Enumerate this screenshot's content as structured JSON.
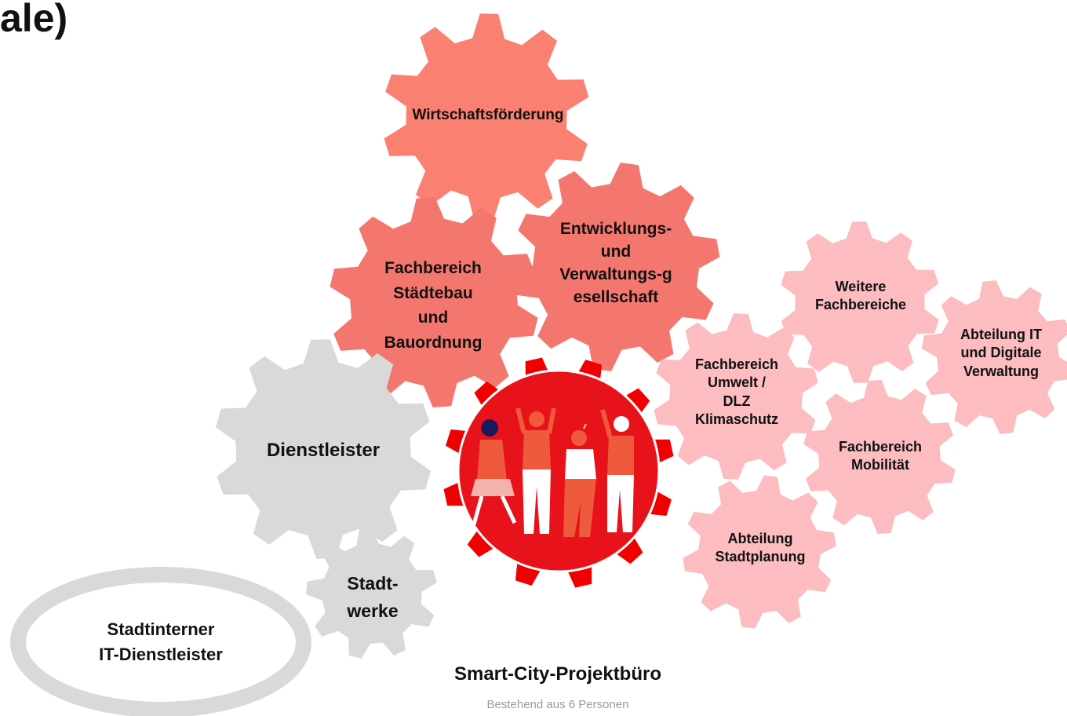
{
  "title_fragment": "ale)",
  "colors": {
    "dark_salmon": "#fa8072",
    "medium_salmon": "#f4776f",
    "light_pink": "#fcbcc0",
    "grey": "#d9d9d9",
    "red": "#e8121b",
    "red_outline": "#f00000"
  },
  "gears": {
    "wirtschaft": {
      "lines": [
        "Wirtschaftsförderung"
      ]
    },
    "staedtebau": {
      "lines": [
        "Fachbereich",
        "Städtebau",
        "und",
        "Bauordnung"
      ]
    },
    "entwicklung": {
      "lines": [
        "Entwicklungs-",
        "und",
        "Verwaltungs-g",
        "esellschaft"
      ]
    },
    "weitere": {
      "lines": [
        "Weitere",
        "Fachbereiche"
      ]
    },
    "abteilung_it": {
      "lines": [
        "Abteilung IT",
        "und Digitale",
        "Verwaltung"
      ]
    },
    "umwelt": {
      "lines": [
        "Fachbereich",
        "Umwelt  /",
        "DLZ",
        "Klimaschutz"
      ]
    },
    "mobilitaet": {
      "lines": [
        "Fachbereich",
        "Mobilität"
      ]
    },
    "stadtplanung": {
      "lines": [
        "Abteilung",
        "Stadtplanung"
      ]
    },
    "dienstleister": {
      "lines": [
        "Dienstleister"
      ]
    },
    "stadtwerke": {
      "lines": [
        "Stadt-",
        "werke"
      ]
    },
    "center": {
      "icon": "team-cheering-icon"
    }
  },
  "it_dienstleister": {
    "lines": [
      "Stadtinterner",
      "IT-Dienstleister"
    ]
  },
  "projektbuero": {
    "title": "Smart-City-Projektbüro",
    "subtitle": "Bestehend aus 6 Personen"
  }
}
